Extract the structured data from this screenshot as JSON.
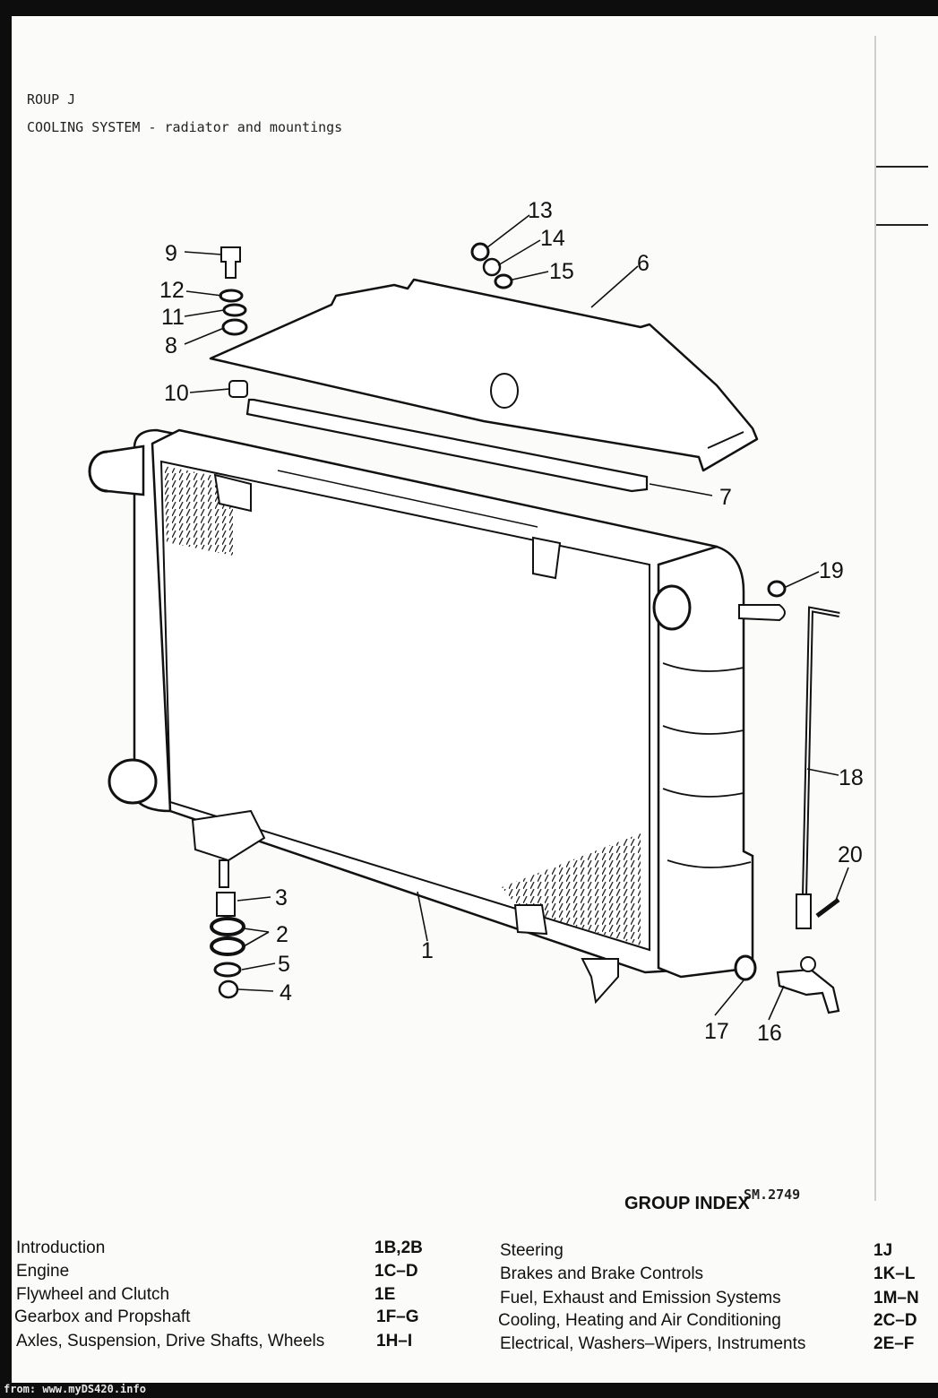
{
  "header": {
    "group": "ROUP J",
    "title": "COOLING SYSTEM - radiator and mountings"
  },
  "diagram": {
    "reference": "SM.2749",
    "callouts": [
      "1",
      "2",
      "3",
      "4",
      "5",
      "6",
      "7",
      "8",
      "9",
      "10",
      "11",
      "12",
      "13",
      "14",
      "15",
      "16",
      "17",
      "18",
      "19",
      "20"
    ]
  },
  "index": {
    "title": "GROUP INDEX",
    "left": [
      {
        "name": "Introduction",
        "code": "1B,2B"
      },
      {
        "name": "Engine",
        "code": "1C–D"
      },
      {
        "name": "Flywheel and Clutch",
        "code": "1E"
      },
      {
        "name": "Gearbox and Propshaft",
        "code": "1F–G"
      },
      {
        "name": "Axles, Suspension, Drive Shafts, Wheels",
        "code": "1H–I"
      }
    ],
    "right": [
      {
        "name": "Steering",
        "code": "1J"
      },
      {
        "name": "Brakes and Brake Controls",
        "code": "1K–L"
      },
      {
        "name": "Fuel, Exhaust and Emission Systems",
        "code": "1M–N"
      },
      {
        "name": "Cooling, Heating and Air Conditioning",
        "code": "2C–D"
      },
      {
        "name": "Electrical, Washers–Wipers, Instruments",
        "code": "2E–F"
      }
    ]
  },
  "footer": {
    "source": "from: www.myDS420.info"
  }
}
